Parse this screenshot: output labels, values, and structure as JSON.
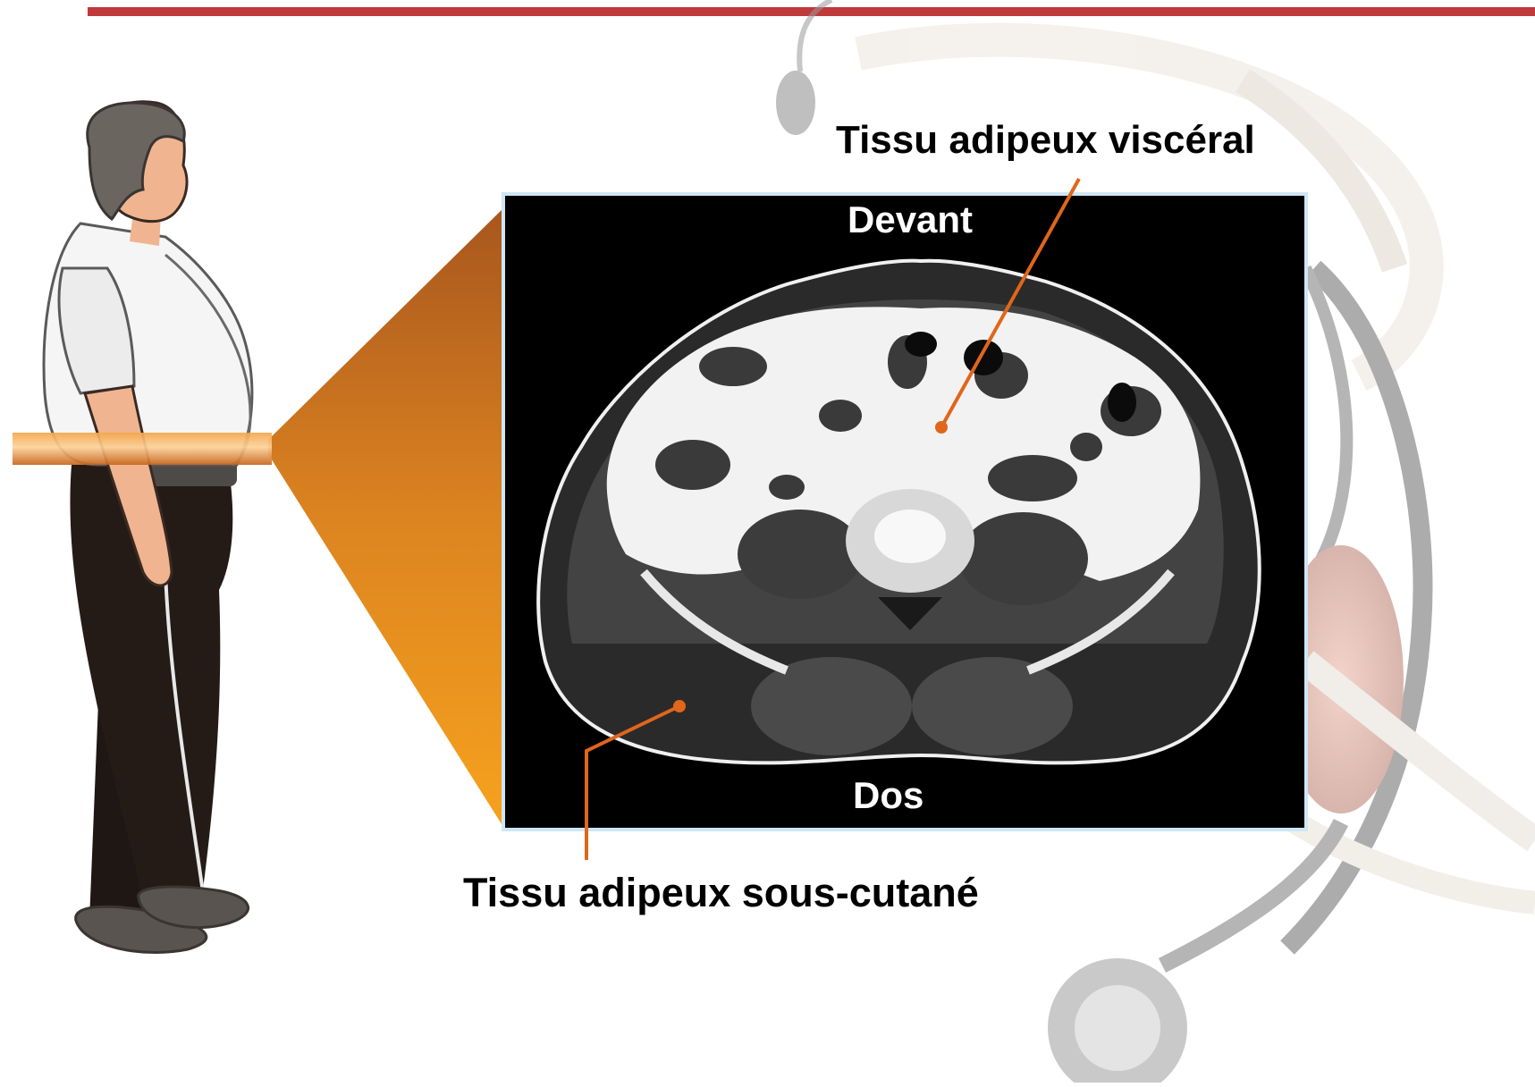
{
  "labels": {
    "visceral": "Tissu adipeux viscéral",
    "front": "Devant",
    "back": "Dos",
    "subcutaneous": "Tissu adipeux sous-cutané"
  },
  "colors": {
    "top_rule": "#c0393b",
    "callout": "#e0661a",
    "band": "#e98a1c",
    "scan_background": "#000000",
    "scan_frame": "#cfe6f5"
  }
}
